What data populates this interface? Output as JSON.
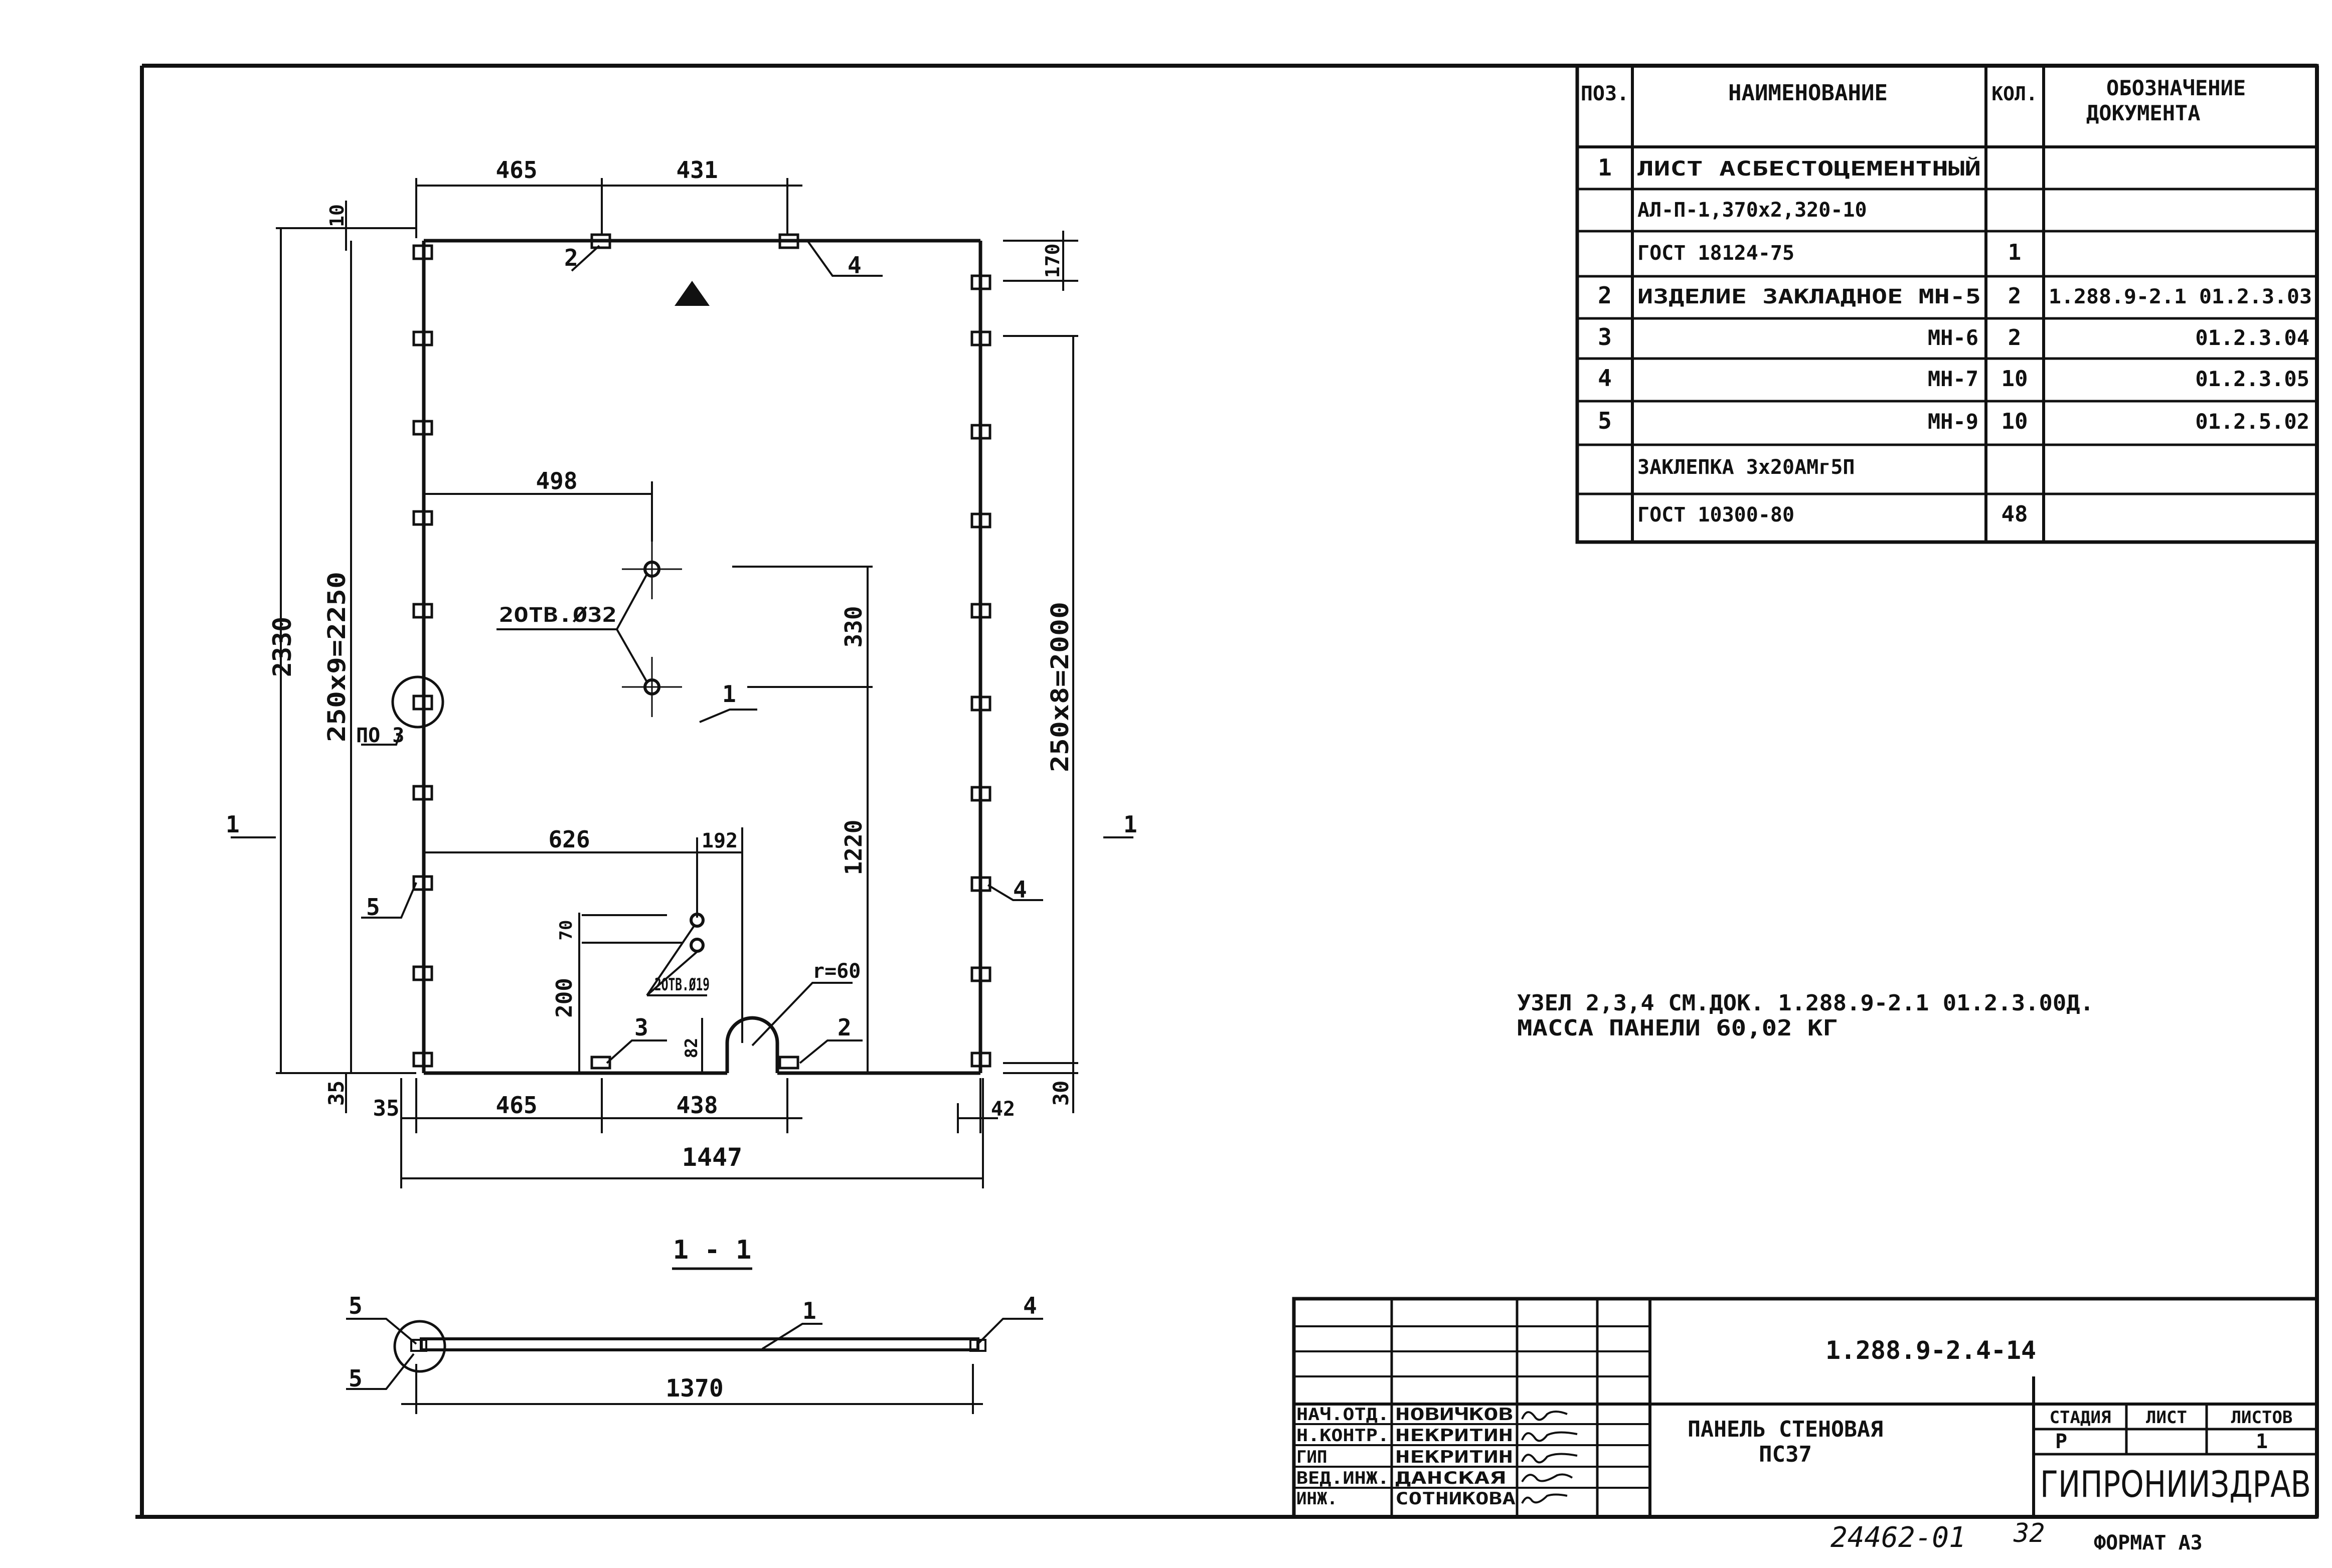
{
  "spec_table": {
    "headers": [
      "ПОЗ.",
      "НАИМЕНОВАНИЕ",
      "КОЛ.",
      "ОБОЗНАЧЕНИЕ",
      "ДОКУМЕНТА"
    ],
    "rows": [
      {
        "pos": "1",
        "name": "ЛИСТ АСБЕСТОЦЕМЕНТНЫЙ",
        "qty": "",
        "doc": ""
      },
      {
        "pos": "",
        "name": "АЛ-П-1,370х2,320-10",
        "qty": "",
        "doc": ""
      },
      {
        "pos": "",
        "name": "ГОСТ 18124-75",
        "qty": "1",
        "doc": ""
      },
      {
        "pos": "2",
        "name": "ИЗДЕЛИЕ ЗАКЛАДНОЕ МН-5",
        "qty": "2",
        "doc": "1.288.9-2.1 01.2.3.03"
      },
      {
        "pos": "3",
        "name": "МН-6",
        "qty": "2",
        "doc": "01.2.3.04"
      },
      {
        "pos": "4",
        "name": "МН-7",
        "qty": "10",
        "doc": "01.2.3.05"
      },
      {
        "pos": "5",
        "name": "МН-9",
        "qty": "10",
        "doc": "01.2.5.02"
      },
      {
        "pos": "",
        "name": "ЗАКЛЕПКА 3х20АМг5П",
        "qty": "",
        "doc": ""
      },
      {
        "pos": "",
        "name": "ГОСТ 10300-80",
        "qty": "48",
        "doc": ""
      }
    ]
  },
  "notes": {
    "line1": "УЗЕЛ 2,3,4 СМ.ДОК. 1.288.9-2.1 01.2.3.00Д.",
    "line2": "МАССА ПАНЕЛИ 60,02 КГ"
  },
  "dimensions": {
    "top_465": "465",
    "top_431": "431",
    "top_10": "10",
    "right_170": "170",
    "left_2330": "2330",
    "left_2250": "250х9=2250",
    "right_2000": "250х8=2000",
    "d_498": "498",
    "holes32": "2ОТВ.Ø32",
    "d_330": "330",
    "d_626": "626",
    "d_192": "192",
    "d_1220": "1220",
    "d_70": "70",
    "d_200": "200",
    "holes19": "2ОТВ.Ø19",
    "r60": "r=60",
    "d_82": "82",
    "bot_35": "35",
    "bot_35b": "35",
    "bot_465": "465",
    "bot_438": "438",
    "bot_42": "42",
    "bot_30": "30",
    "total_1447": "1447",
    "section_1370": "1370"
  },
  "callouts": {
    "c2_top": "2",
    "c4_top": "4",
    "c1": "1",
    "pos3": "ПО 3",
    "c5_left": "5",
    "c4_right": "4",
    "c3_bot": "3",
    "c2_bot": "2",
    "cut_left": "1",
    "cut_right": "1",
    "sec_5a": "5",
    "sec_5b": "5",
    "sec_1": "1",
    "sec_4": "4"
  },
  "section_title": "1 - 1",
  "title_block": {
    "code": "1.288.9-2.4-14",
    "roles": [
      "НАЧ.ОТД.",
      "Н.КОНТР.",
      "ГИП",
      "ВЕД.ИНЖ.",
      "ИНЖ."
    ],
    "names": [
      "НОВИЧКОВ",
      "НЕКРИТИН",
      "НЕКРИТИН",
      "ДАНСКАЯ",
      "СОТНИКОВА"
    ],
    "product_line1": "ПАНЕЛЬ СТЕНОВАЯ",
    "product_line2": "ПС37",
    "stage_header": "СТАДИЯ",
    "sheet_header": "ЛИСТ",
    "sheets_header": "ЛИСТОВ",
    "stage": "Р",
    "sheet": "",
    "sheets": "1",
    "org": "ГИПРОНИИЗДРАВ"
  },
  "footer": {
    "inv": "24462-01",
    "page": "32",
    "format": "ФОРМАТ А3"
  }
}
